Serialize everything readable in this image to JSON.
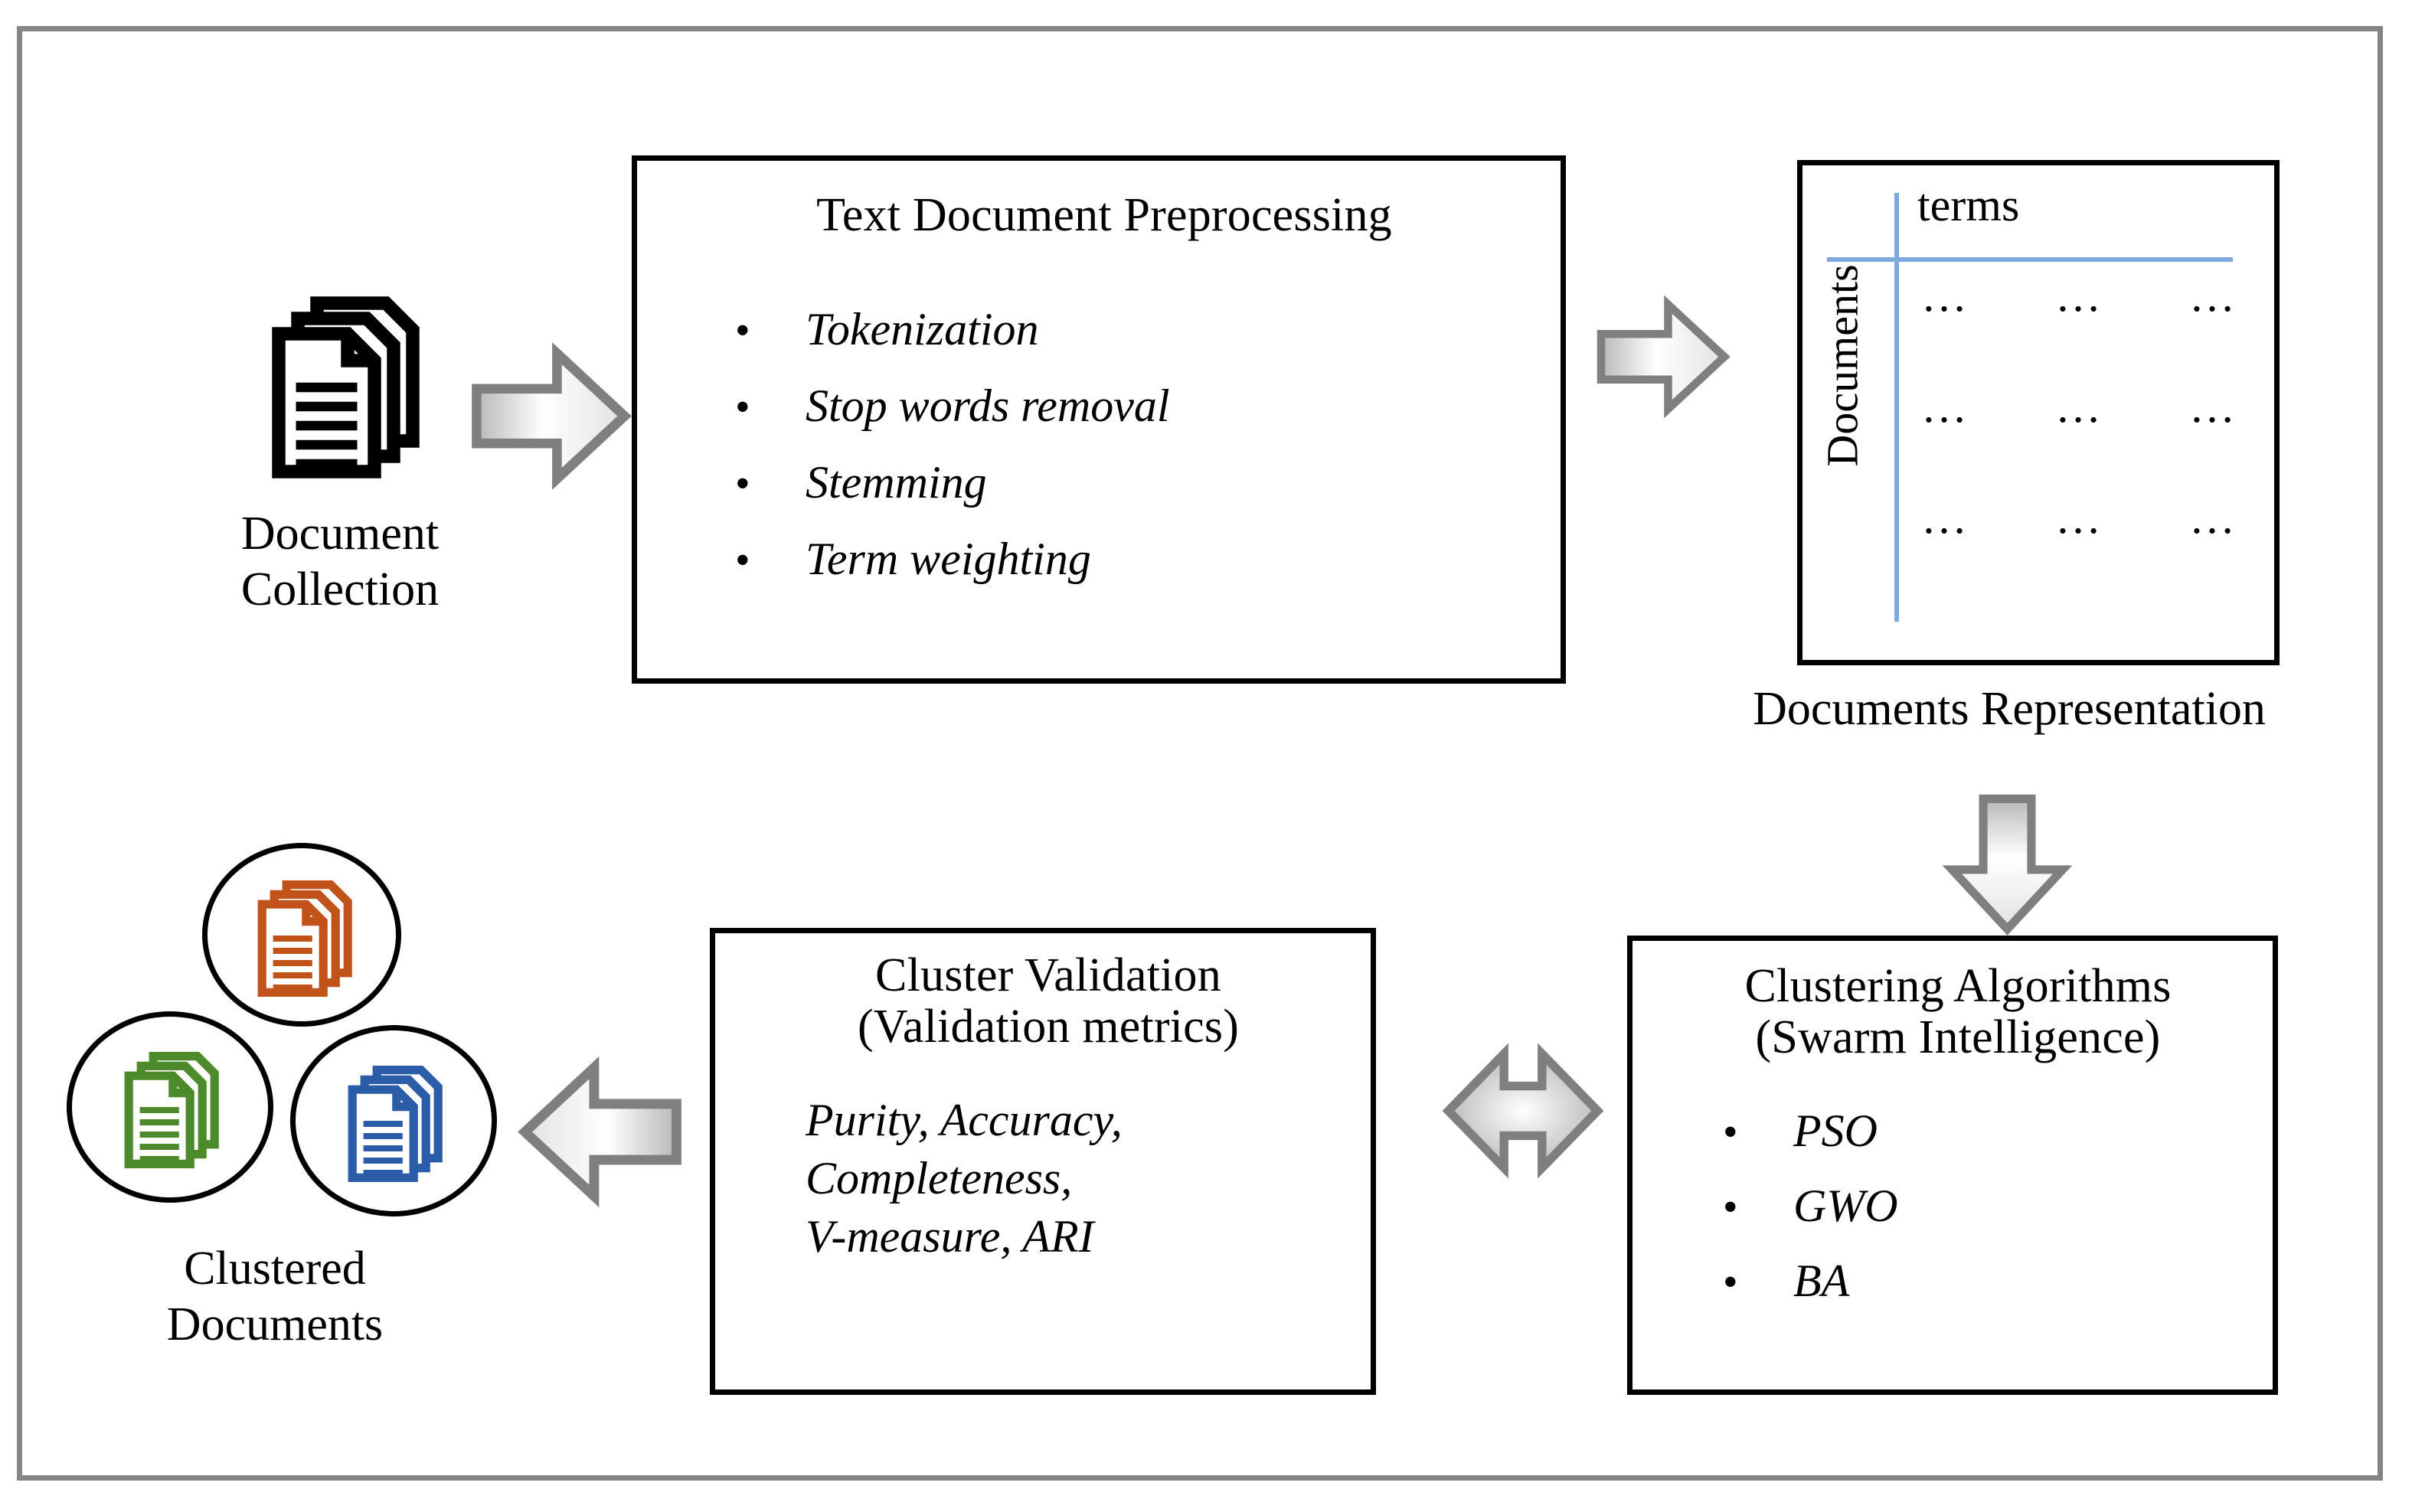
{
  "figure": {
    "border_color": "#858585",
    "background": "#ffffff"
  },
  "nodes": {
    "document_collection": {
      "label_line1": "Document",
      "label_line2": "Collection",
      "icon": "document-stack-icon",
      "icon_color": "#000000"
    },
    "preprocessing": {
      "title": "Text Document Preprocessing",
      "bullet_glyph": "•",
      "items": [
        "Tokenization",
        "Stop words removal",
        "Stemming",
        "Term weighting"
      ]
    },
    "representation": {
      "column_header": "terms",
      "row_header": "Documents",
      "caption": "Documents Representation",
      "rule_color": "#7fa9dc",
      "cells": [
        [
          "…",
          "…",
          "…"
        ],
        [
          "…",
          "…",
          "…"
        ],
        [
          "…",
          "…",
          "…"
        ]
      ]
    },
    "clustering": {
      "title_line1": "Clustering Algorithms",
      "title_line2": "(Swarm Intelligence)",
      "bullet_glyph": "•",
      "items": [
        "PSO",
        "GWO",
        "BA"
      ]
    },
    "validation": {
      "title_line1": "Cluster Validation",
      "title_line2": "(Validation metrics)",
      "metrics_line1": "Purity, Accuracy,",
      "metrics_line2": "Completeness,",
      "metrics_line3": "V-measure, ARI"
    },
    "clustered_documents": {
      "label_line1": "Clustered",
      "label_line2": "Documents",
      "clusters": [
        {
          "name": "cluster-orange",
          "color": "#c0521a"
        },
        {
          "name": "cluster-green",
          "color": "#4c8a2b"
        },
        {
          "name": "cluster-blue",
          "color": "#2a5ca8"
        }
      ]
    }
  },
  "arrows": [
    {
      "name": "arrow-collection-to-preprocessing",
      "direction": "right"
    },
    {
      "name": "arrow-preprocessing-to-representation",
      "direction": "right"
    },
    {
      "name": "arrow-representation-to-clustering",
      "direction": "down"
    },
    {
      "name": "arrow-clustering-validation",
      "direction": "left-right"
    },
    {
      "name": "arrow-validation-to-clusters",
      "direction": "left"
    }
  ],
  "arrow_style": {
    "outline": "#7f7f7f",
    "fill_light": "#ffffff",
    "fill_shade": "#b8b8b8"
  }
}
